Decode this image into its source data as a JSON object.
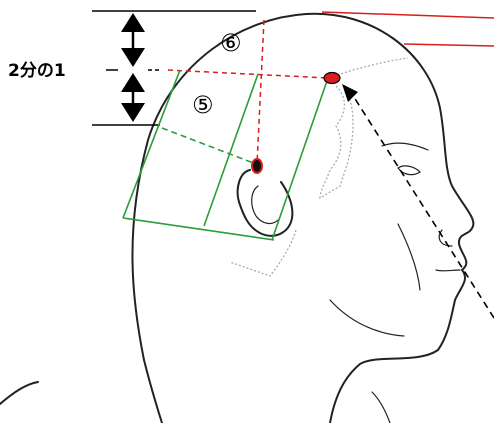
{
  "labels": {
    "ratio": "2分の1",
    "region_five": "⑤",
    "region_six": "⑥"
  },
  "colors": {
    "outline": "#222222",
    "measure_guides": "#d81e1e",
    "region_grid": "#2a9d3a",
    "points": "#d81e1e",
    "direction_arrow": "#000000"
  },
  "icons": {
    "dimension_arrows": "double-headed-arrow",
    "pointer": "dashed-arrow"
  }
}
